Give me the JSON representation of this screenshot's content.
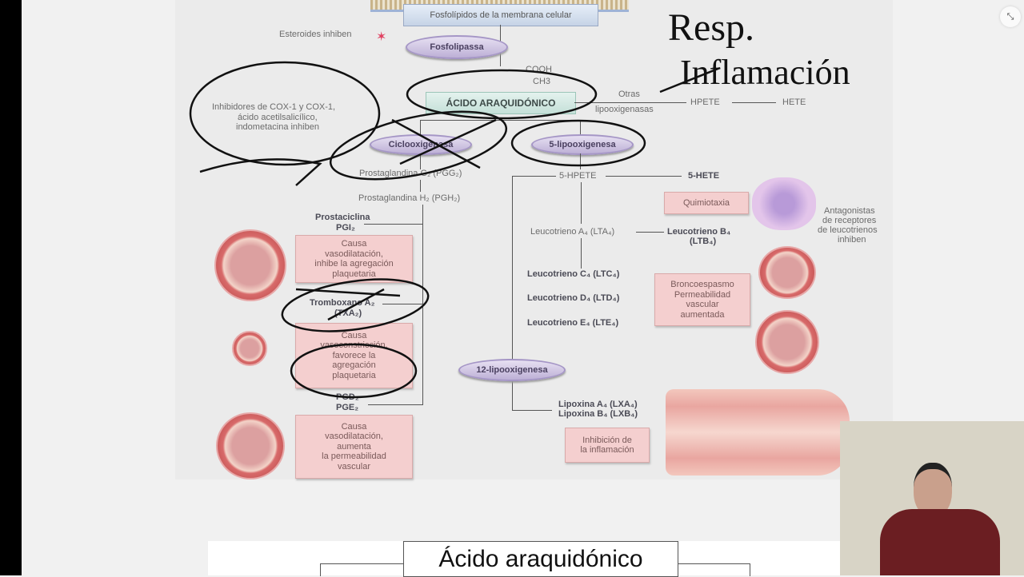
{
  "viewer": {
    "fullscreen_toggle_icon": "exit-fullscreen-icon"
  },
  "slide": {
    "top_box": "Fosfolípidos de la membrana celular",
    "phospholipase": "Fosfolipassa",
    "steroids": "Esteroides inhiben",
    "cooh": "COOH",
    "ch3": "CH3",
    "arachidonic": "ÁCIDO ARAQUIDÓNICO",
    "other_lox_1": "Otras",
    "other_lox_2": "lipooxigenasas",
    "hpete": "HPETE",
    "hete": "HETE",
    "cox_inhibitors": [
      "Inhibidores de COX-1 y COX-1,",
      "ácido acetilsalicílico,",
      "indometacina inhiben"
    ],
    "cyclooxygenase": "Ciclooxigenasa",
    "lox5": "5-lipooxigenesa",
    "pgg2": "Prostaglandina G₂ (PGG₂)",
    "pgh2": "Prostaglandina H₂ (PGH₂)",
    "prostacyclin": [
      "Prostaciclina",
      "PGI₂"
    ],
    "prostacyclin_effect": [
      "Causa",
      "vasodilatación,",
      "inhibe la agregación",
      "plaquetaria"
    ],
    "thromboxane": [
      "Tromboxano A₂",
      "(TXA₂)"
    ],
    "thromboxane_effect": [
      "Causa",
      "vasoconstricción,",
      "favorece la",
      "agregación",
      "plaquetaria"
    ],
    "pgd_pge": [
      "PGD₂",
      "PGE₂"
    ],
    "pgd_effect": [
      "Causa",
      "vasodilatación,",
      "aumenta",
      "la permeabilidad",
      "vascular"
    ],
    "hpete5": "5-HPETE",
    "hete5": "5-HETE",
    "chemotaxis": "Quimiotaxia",
    "lta4": "Leucotrieno A₄ (LTA₄)",
    "ltb4": [
      "Leucotrieno B₄",
      "(LTB₄)"
    ],
    "ltc4": "Leucotrieno C₄ (LTC₄)",
    "ltd4": "Leucotrieno D₄ (LTD₄)",
    "lte4": "Leucotrieno E₄ (LTE₄)",
    "broncho_effect": [
      "Broncoespasmo",
      "Permeabilidad",
      "vascular",
      "aumentada"
    ],
    "antagonists": [
      "Antagonistas",
      "de receptores",
      "de leucotrienos",
      "inhiben"
    ],
    "lox12": "12-lipooxigenesa",
    "lipoxins": [
      "Lipoxina A₄ (LXA₄)",
      "Lipoxina B₄ (LXB₄)"
    ],
    "lipoxin_effect": [
      "Inhibición de",
      "la inflamación"
    ],
    "handwriting": [
      "Resp.",
      "Inflamación"
    ]
  },
  "next_slide": {
    "title": "Ácido araquidónico"
  },
  "webcam": {
    "label": "presenter-video"
  }
}
